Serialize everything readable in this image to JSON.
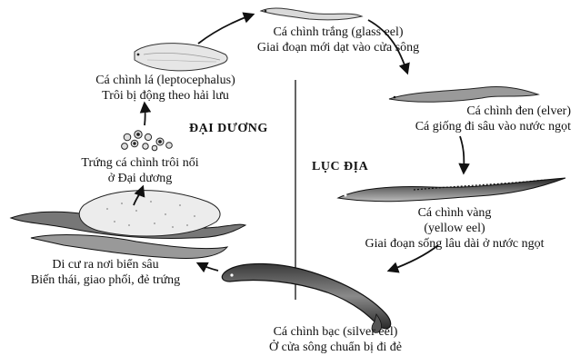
{
  "regions": {
    "ocean": "ĐẠI DƯƠNG",
    "land": "LỤC ĐỊA"
  },
  "stages": {
    "glass_eel": {
      "line1": "Cá chình trắng (glass eel)",
      "line2": "Giai đoạn mới dạt vào cửa sông"
    },
    "elver": {
      "line1": "Cá chình đen (elver)",
      "line2": "Cá giống đi sâu vào nước ngọt"
    },
    "yellow_eel": {
      "line1": "Cá chình vàng",
      "line2": "(yellow eel)",
      "line3": "Giai đoạn sống lâu dài ở nước ngọt"
    },
    "silver_eel": {
      "line1": "Cá chình bạc (silver eel)",
      "line2": "Ở cửa sông chuẩn bị đi đẻ"
    },
    "spawning": {
      "line1": "Di cư ra nơi biển sâu",
      "line2": "Biến thái, giao phối, đẻ trứng"
    },
    "eggs": {
      "line1": "Trứng cá chình trôi nổi",
      "line2": "ở Đại dương"
    },
    "leptocephalus": {
      "line1": "Cá chình lá (leptocephalus)",
      "line2": "Trôi bị động theo hải lưu"
    }
  }
}
